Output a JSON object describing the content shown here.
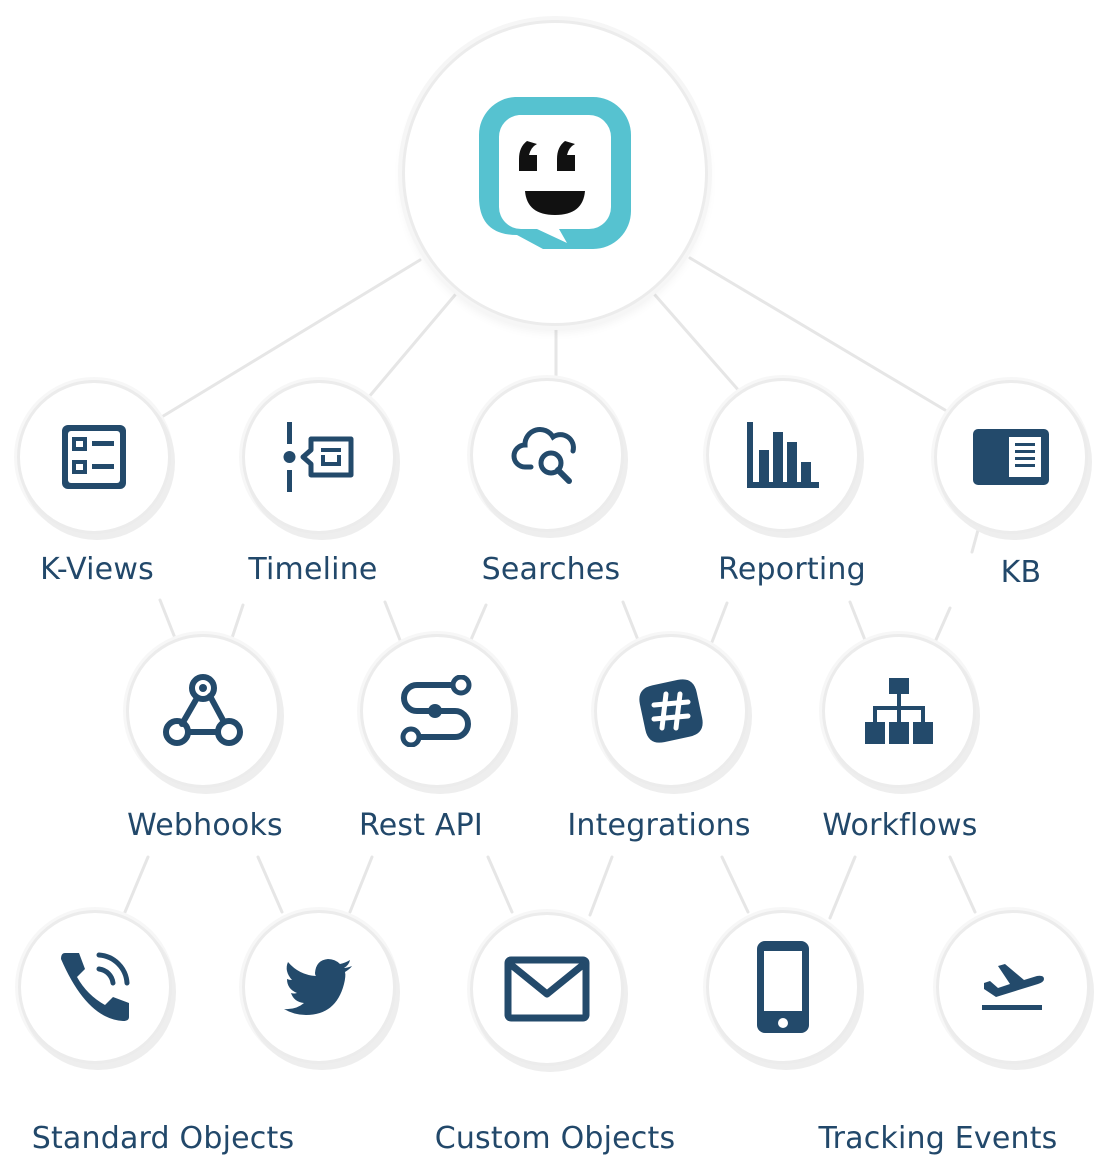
{
  "colors": {
    "primary": "#234a6b",
    "accent": "#56c2d0",
    "connector": "#e6e6e6",
    "ring": "#ececec"
  },
  "hub": {
    "icon": "smiling-chat-bubble-logo-icon"
  },
  "tier1": [
    {
      "label": "K-Views",
      "icon": "dashboard-list-icon"
    },
    {
      "label": "Timeline",
      "icon": "timeline-icon"
    },
    {
      "label": "Searches",
      "icon": "cloud-search-icon"
    },
    {
      "label": "Reporting",
      "icon": "bar-chart-icon"
    },
    {
      "label": "KB",
      "icon": "knowledge-base-icon"
    }
  ],
  "tier2": [
    {
      "label": "Webhooks",
      "icon": "webhook-icon"
    },
    {
      "label": "Rest API",
      "icon": "api-flow-icon"
    },
    {
      "label": "Integrations",
      "icon": "slack-icon"
    },
    {
      "label": "Workflows",
      "icon": "org-chart-icon"
    }
  ],
  "tier3": [
    {
      "icon": "phone-icon"
    },
    {
      "icon": "twitter-icon"
    },
    {
      "icon": "email-envelope-icon"
    },
    {
      "icon": "mobile-phone-icon"
    },
    {
      "icon": "airplane-departure-icon"
    }
  ],
  "tier3_labels": [
    "Standard Objects",
    "Custom Objects",
    "Tracking Events"
  ]
}
